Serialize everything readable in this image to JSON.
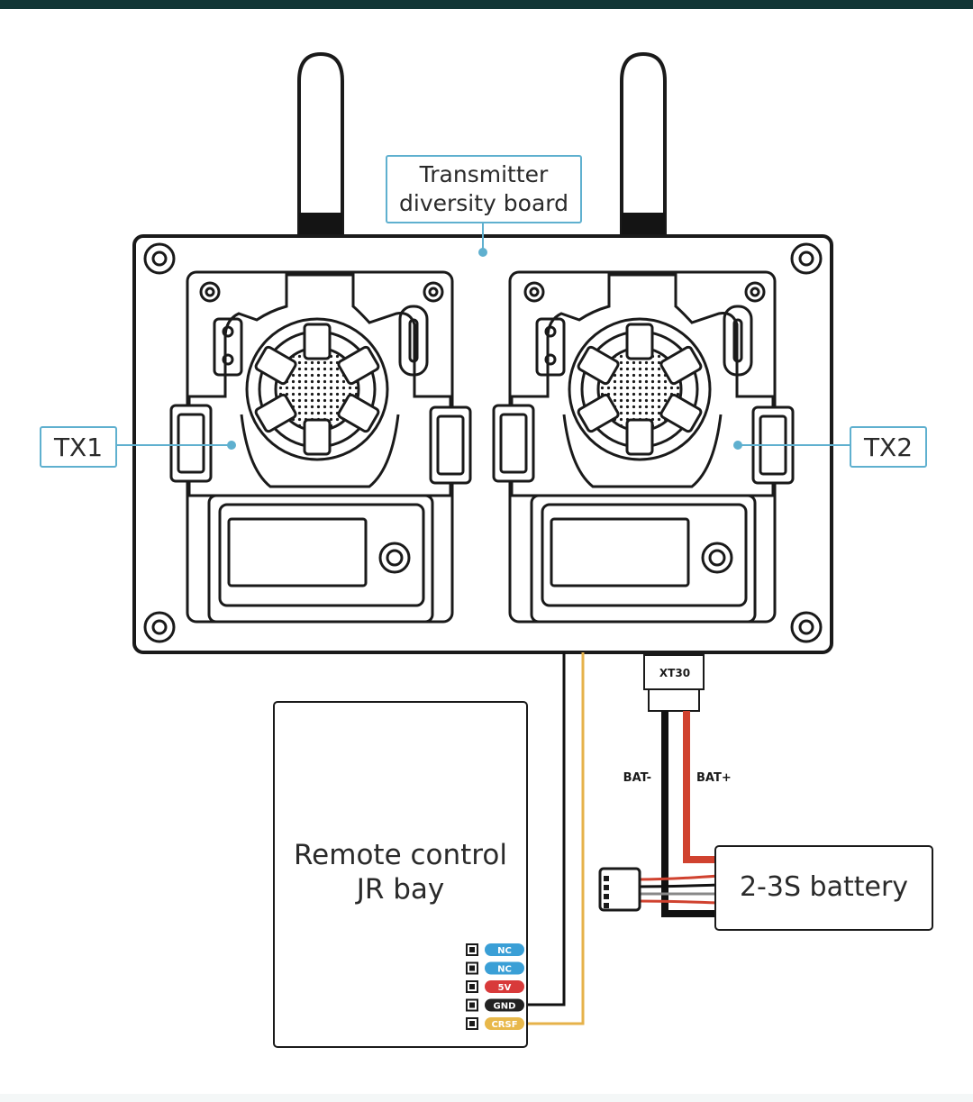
{
  "colors": {
    "outline": "#1a1a1a",
    "callout_border": "#5fb0cf",
    "wire_black": "#111111",
    "wire_red": "#d0422f",
    "wire_yellow": "#e6b24a",
    "pin_nc": "#3a9fd6",
    "pin_5v": "#d83a3a",
    "pin_gnd": "#222222",
    "pin_crsf": "#e8b84a"
  },
  "labels": {
    "board": "Transmitter\ndiversity board",
    "tx1": "TX1",
    "tx2": "TX2",
    "jr_bay": "Remote control\nJR bay",
    "battery": "2-3S battery",
    "xt30": "XT30",
    "bat_minus": "BAT-",
    "bat_plus": "BAT+"
  },
  "jr_pins": [
    {
      "label": "NC",
      "color": "#3a9fd6"
    },
    {
      "label": "NC",
      "color": "#3a9fd6"
    },
    {
      "label": "5V",
      "color": "#d83a3a"
    },
    {
      "label": "GND",
      "color": "#222222"
    },
    {
      "label": "CRSF",
      "color": "#e8b84a"
    }
  ],
  "icons": {
    "antenna": "antenna-icon",
    "mount_hole": "mount-hole-icon",
    "fan": "fan-icon",
    "screen": "screen-icon",
    "knob": "knob-icon",
    "connector": "connector-icon"
  }
}
